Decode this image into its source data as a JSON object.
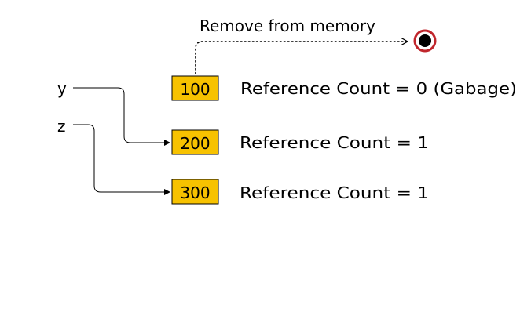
{
  "colors": {
    "box_fill": "#f7c200",
    "box_stroke": "#000000",
    "line": "#000000",
    "end_ring": "#c0262c",
    "end_dot": "#000000"
  },
  "remove_label": "Remove from memory",
  "variables": [
    {
      "name": "y",
      "points_to": "200"
    },
    {
      "name": "z",
      "points_to": "300"
    }
  ],
  "objects": [
    {
      "value": "100",
      "caption": "Reference Count = 0 (Gabage)"
    },
    {
      "value": "200",
      "caption": "Reference Count = 1"
    },
    {
      "value": "300",
      "caption": "Reference Count = 1"
    }
  ]
}
